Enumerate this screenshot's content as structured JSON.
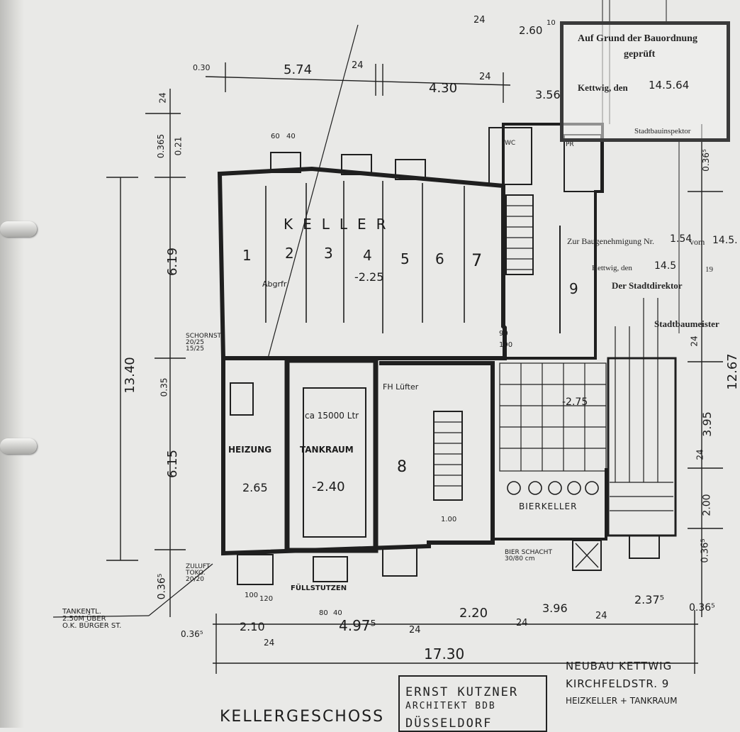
{
  "colors": {
    "paper": "#e9e9e7",
    "ink": "#1c1c1c",
    "wall_fill": "#9a9a97",
    "stamp_border": "#3a3a3a"
  },
  "plan": {
    "room_label_main": "KELLER",
    "room_numbers": [
      "1",
      "2",
      "3",
      "4",
      "5",
      "6",
      "7",
      "8",
      "9"
    ],
    "heating_room": "HEIZUNG",
    "tank_room": "TANKRAUM",
    "tank_capacity": "ca 15000 Ltr",
    "beer_cellar": "BIERKELLER",
    "beer_shaft": "BIER SCHACHT\n30/80 cm",
    "smoke_flue": "SCHORNST.\n20/25\n15/25",
    "air_inlet": "ZULUFT\nTOKO.\n20/20",
    "filling_pipe": "FÜLLSTUTZEN",
    "tank_note": "TANKENTL.\n2.50M ÜBER\nO.K. BÜRGER ST.",
    "floor_title": "KELLERGESCHOSS",
    "level_keller": "-2.25",
    "level_stairs": "-2.75",
    "level_heating": "2.65",
    "level_tank": "-2.40",
    "label_abgr": "Abgrfr",
    "label_fh": "FH Lüfter",
    "wc_label": "WC",
    "pr_label": "PR"
  },
  "dimensions": {
    "top": [
      "0.30",
      "5.74",
      "24",
      "4.30",
      "24",
      "3.56",
      "2.60",
      "10",
      "24"
    ],
    "left": [
      "13.40",
      "6.19",
      "6.15",
      "0.35",
      "0.36⁵",
      "0.21",
      "0.365",
      "24"
    ],
    "right": [
      "12.67",
      "3.95",
      "24",
      "2.00",
      "0.36⁵",
      "24",
      "0.36⁵"
    ],
    "bottom": [
      "0.36⁵",
      "2.10",
      "24",
      "4.97⁵",
      "24",
      "2.20",
      "24",
      "3.96",
      "24",
      "2.37⁵",
      "0.36⁵",
      "17.30"
    ],
    "windows": [
      "60",
      "40",
      "80",
      "40",
      "100",
      "120",
      "90",
      "190",
      "1.00"
    ]
  },
  "stamp_top": {
    "line1": "Auf Grund der Bauordnung",
    "line2": "geprüft",
    "place": "Kettwig, den",
    "date": "14.5.64",
    "role": "Stadtbauinspektor"
  },
  "stamp_mid": {
    "line1": "Zur Baugenehmigung Nr.",
    "number": "1.54",
    "vom": "vom",
    "date": "14.5.",
    "place": "Kettwig, den",
    "date2": "14.5",
    "year": "19",
    "role": "Der Stadtdirektor",
    "role2": "Stadtbaumeister"
  },
  "project": {
    "line1": "NEUBAU KETTWIG",
    "line2": "KIRCHFELDSTR. 9",
    "line3": "HEIZKELLER + TANKRAUM"
  },
  "architect": {
    "line1": "ERNST KUTZNER",
    "line2": "ARCHITEKT BDB",
    "line3": "DÜSSELDORF"
  }
}
